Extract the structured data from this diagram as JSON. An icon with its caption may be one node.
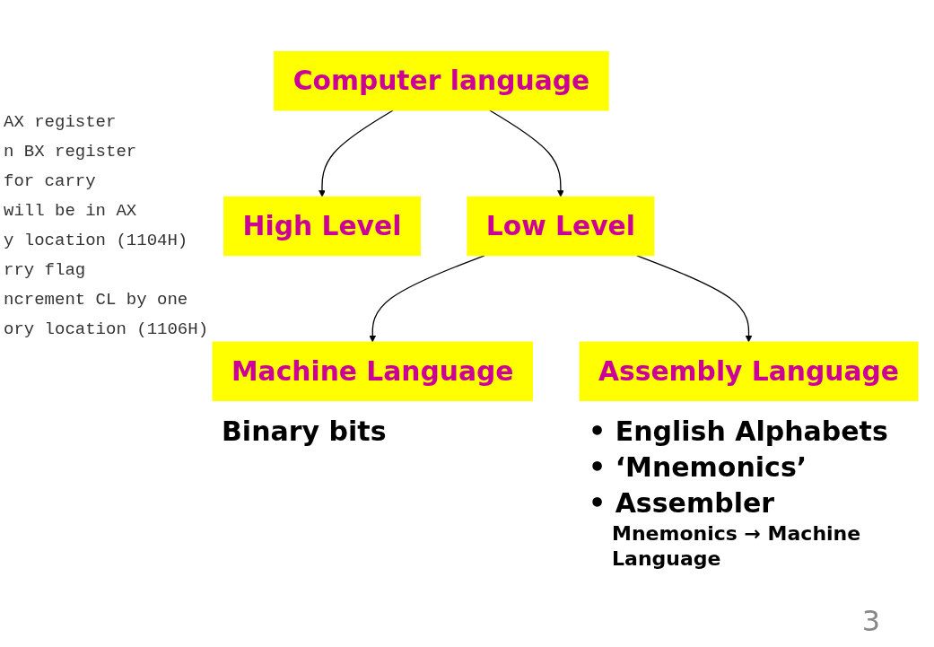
{
  "diagram": {
    "nodes": [
      {
        "text": [
          "Computer language"
        ]
      },
      {
        "text": [
          "High Level"
        ]
      },
      {
        "text": [
          "Low Level"
        ]
      },
      {
        "text": [
          "Machine Language"
        ],
        "beside": [
          "Binary bits"
        ]
      },
      {
        "text": [
          "Assembly Language"
        ],
        "beside": [
          "• English Alphabets",
          "• ‘Mnemonics’",
          "• Assembler",
          "Mnemonics → Machine Language"
        ]
      }
    ],
    "edges": [
      {
        "from": 0,
        "to": 1,
        "arrow": "to"
      },
      {
        "from": 0,
        "to": 2,
        "arrow": "to"
      },
      {
        "from": 2,
        "to": 3,
        "arrow": "to"
      },
      {
        "from": 2,
        "to": 4,
        "arrow": "to"
      }
    ],
    "labels": [
      "AX register",
      "n BX register",
      "for carry",
      "will be in AX",
      "y location (1104H)",
      "rry flag",
      "ncrement CL by one",
      "ory location (1106H)",
      "3"
    ]
  }
}
